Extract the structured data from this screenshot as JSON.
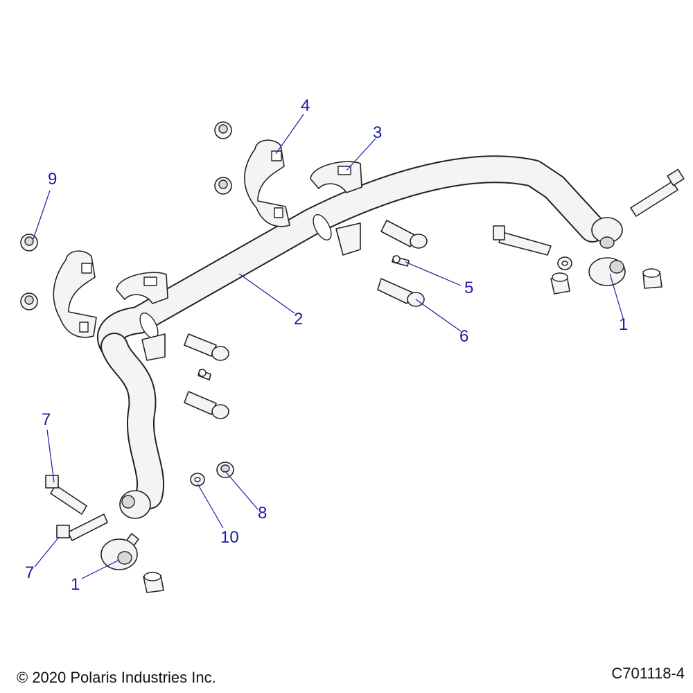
{
  "callouts": {
    "c1a": "1",
    "c1b": "1",
    "c2": "2",
    "c3": "3",
    "c4": "4",
    "c5": "5",
    "c6": "6",
    "c7a": "7",
    "c7b": "7",
    "c8": "8",
    "c9": "9",
    "c10": "10"
  },
  "footer": {
    "copyright": "© 2020 Polaris Industries Inc.",
    "drawing_number": "C701118-4"
  },
  "colors": {
    "callout": "#1a1aa6",
    "line_art": "#222222"
  }
}
